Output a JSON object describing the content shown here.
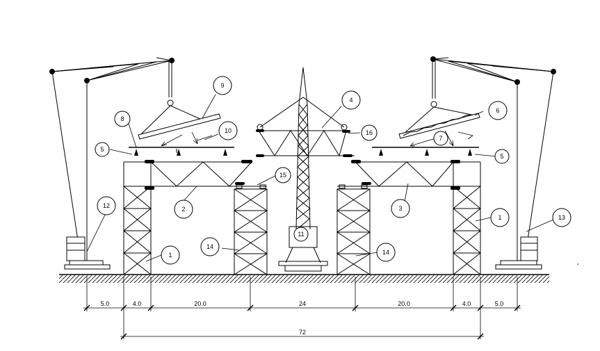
{
  "callouts": {
    "c1a": "1",
    "c1b": "1",
    "c2": "2",
    "c3": "3",
    "c4": "4",
    "c5a": "5",
    "c5b": "5",
    "c6": "6",
    "c7": "7",
    "c8": "8",
    "c9": "9",
    "c10": "10",
    "c11": "11",
    "c12": "12",
    "c13": "13",
    "c14a": "14",
    "c14b": "14",
    "c15": "15",
    "c16": "16"
  },
  "dimensions": {
    "d1": "5.0",
    "d2": "4.0",
    "d3": "20.0",
    "d4": "24",
    "d5": "20.0",
    "d6": "4.0",
    "d7": "5.0",
    "total": "72"
  }
}
